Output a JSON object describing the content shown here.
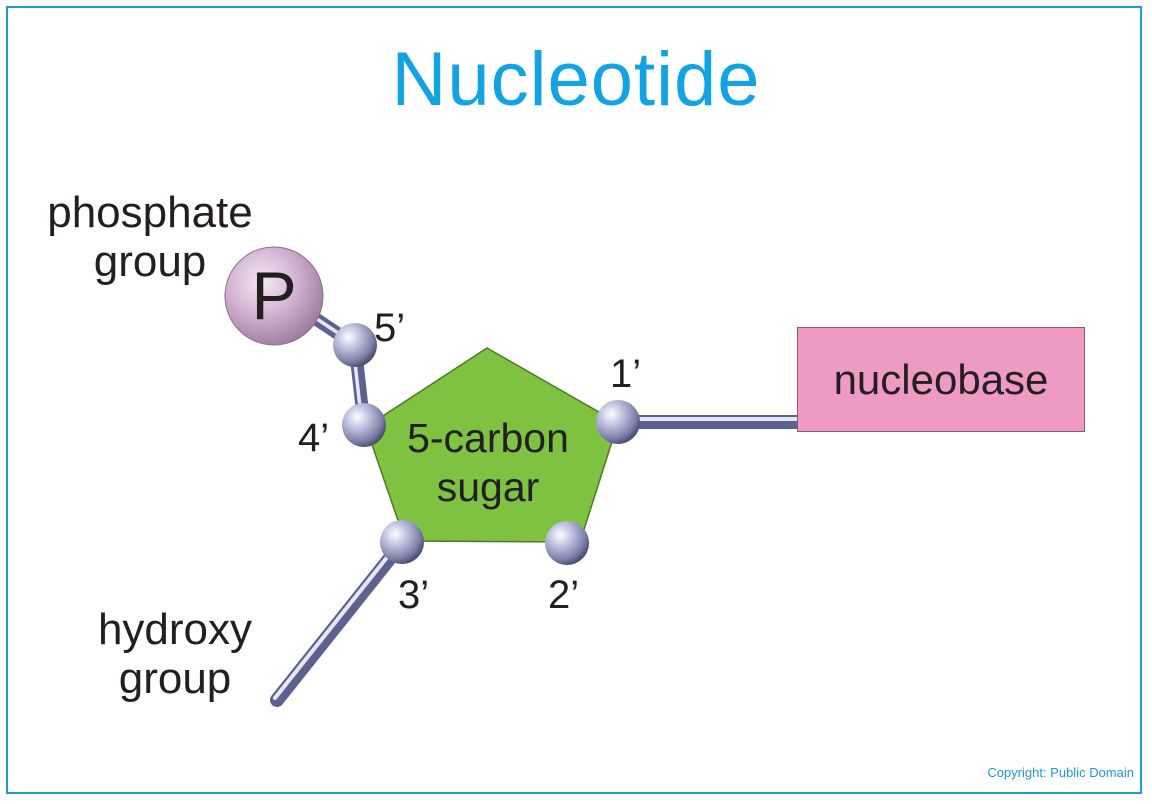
{
  "title": "Nucleotide",
  "labels": {
    "phosphate": "phosphate group",
    "hydroxy": "hydroxy group",
    "sugar": "5-carbon sugar",
    "nucleobase": "nucleobase",
    "phosphorus": "P"
  },
  "carbon_numbers": {
    "c1": "1’",
    "c2": "2’",
    "c3": "3’",
    "c4": "4’",
    "c5": "5’"
  },
  "copyright": "Copyright: Public Domain",
  "colors": {
    "frame": "#1e9bd1",
    "title": "#11a3e3",
    "sugar": "#7fc242",
    "nucleobase": "#ef9ac4",
    "phosphate": "#c9a7c9",
    "atom": "#a9acd0",
    "bond": "#8f93c5"
  }
}
